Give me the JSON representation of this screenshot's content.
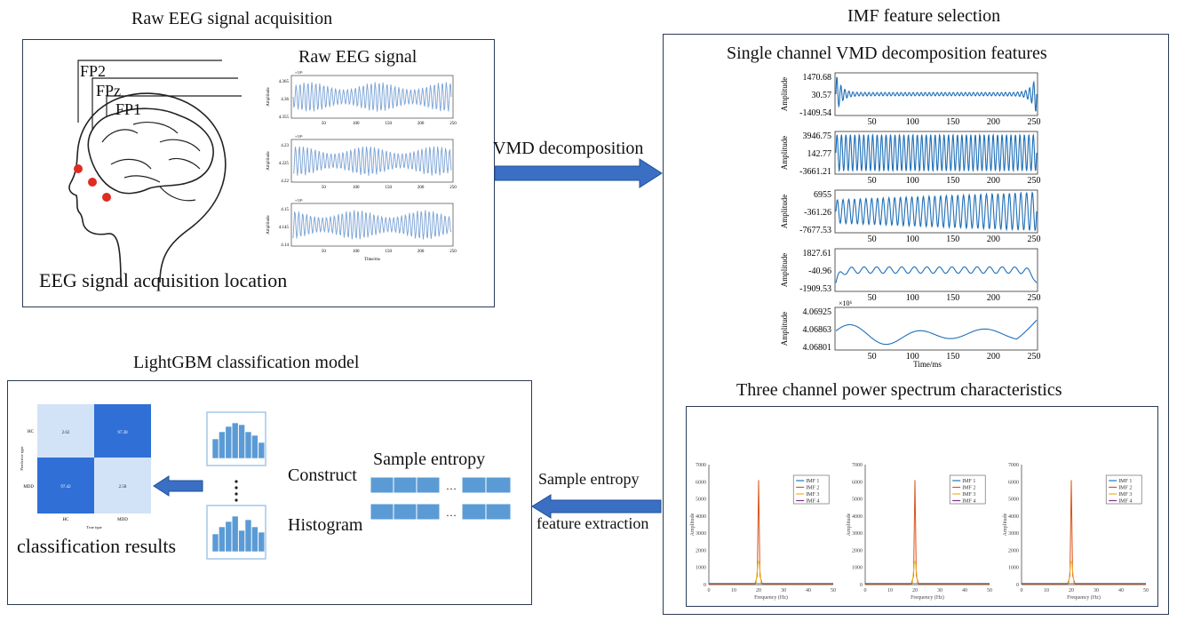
{
  "sections": {
    "acquisition_title": "Raw EEG signal acquisition",
    "imf_title": "IMF feature selection",
    "lightgbm_title": "LightGBM classification model"
  },
  "acquisition": {
    "electrodes": [
      "FP2",
      "FPz",
      "FP1"
    ],
    "location_label": "EEG signal acquisition location",
    "raw_title": "Raw EEG signal",
    "raw_axis_label": "Amplitude",
    "raw_time_label": "Time/ms",
    "raw_exponent": "×10⁶",
    "raw_plots": [
      {
        "ticks": [
          "4.365",
          "4.36",
          "4.355"
        ]
      },
      {
        "ticks": [
          "4.23",
          "4.225",
          "4.22"
        ]
      },
      {
        "ticks": [
          "4.15",
          "4.145",
          "4.14"
        ]
      }
    ],
    "x_ticks": [
      "50",
      "100",
      "150",
      "200",
      "250"
    ]
  },
  "arrows": {
    "vmd": "VMD decomposition",
    "sample_entropy_line1": "Sample entropy",
    "sample_entropy_line2": "feature extraction"
  },
  "vmd": {
    "title": "Single channel VMD decomposition features",
    "axis_label": "Amplitude",
    "time_label": "Time/ms",
    "exponent": "×10⁶",
    "x_ticks": [
      "50",
      "100",
      "150",
      "200",
      "250"
    ],
    "plots": [
      {
        "ticks": [
          "1470.68",
          "30.57",
          "-1409.54"
        ]
      },
      {
        "ticks": [
          "3946.75",
          "142.77",
          "-3661.21"
        ]
      },
      {
        "ticks": [
          "6955",
          "-361.26",
          "-7677.53"
        ]
      },
      {
        "ticks": [
          "1827.61",
          "-40.96",
          "-1909.53"
        ]
      },
      {
        "ticks": [
          "4.06925",
          "4.06863",
          "4.06801"
        ]
      }
    ]
  },
  "psd": {
    "title": "Three channel power spectrum characteristics",
    "axis_label": "Amplitude",
    "x_label": "Frequency (Hz)",
    "y_ticks": [
      "7000",
      "6000",
      "5000",
      "4000",
      "3000",
      "2000",
      "1000",
      "0"
    ],
    "x_ticks": [
      "0",
      "10",
      "20",
      "30",
      "40",
      "50"
    ],
    "legend": [
      "IMF 1",
      "IMF 2",
      "IMF 3",
      "IMF 4"
    ],
    "colors": [
      "#1f77b4",
      "#d95319",
      "#edb120",
      "#7e2f8e"
    ]
  },
  "classification": {
    "construct_label": "Construct",
    "histogram_label": "Histogram",
    "sample_entropy_label": "Sample entropy",
    "dots": "…",
    "results_label": "classification results",
    "matrix": {
      "y_axis": "Predictive type",
      "x_axis": "True type",
      "row_labels": [
        "HC",
        "MDD"
      ],
      "col_labels": [
        "HC",
        "MDD"
      ],
      "cells": [
        [
          "2.62",
          "97.38"
        ],
        [
          "97.42",
          "2.58"
        ]
      ],
      "dark_color": "#2f6fd6",
      "light_color": "#d3e3f7"
    }
  }
}
